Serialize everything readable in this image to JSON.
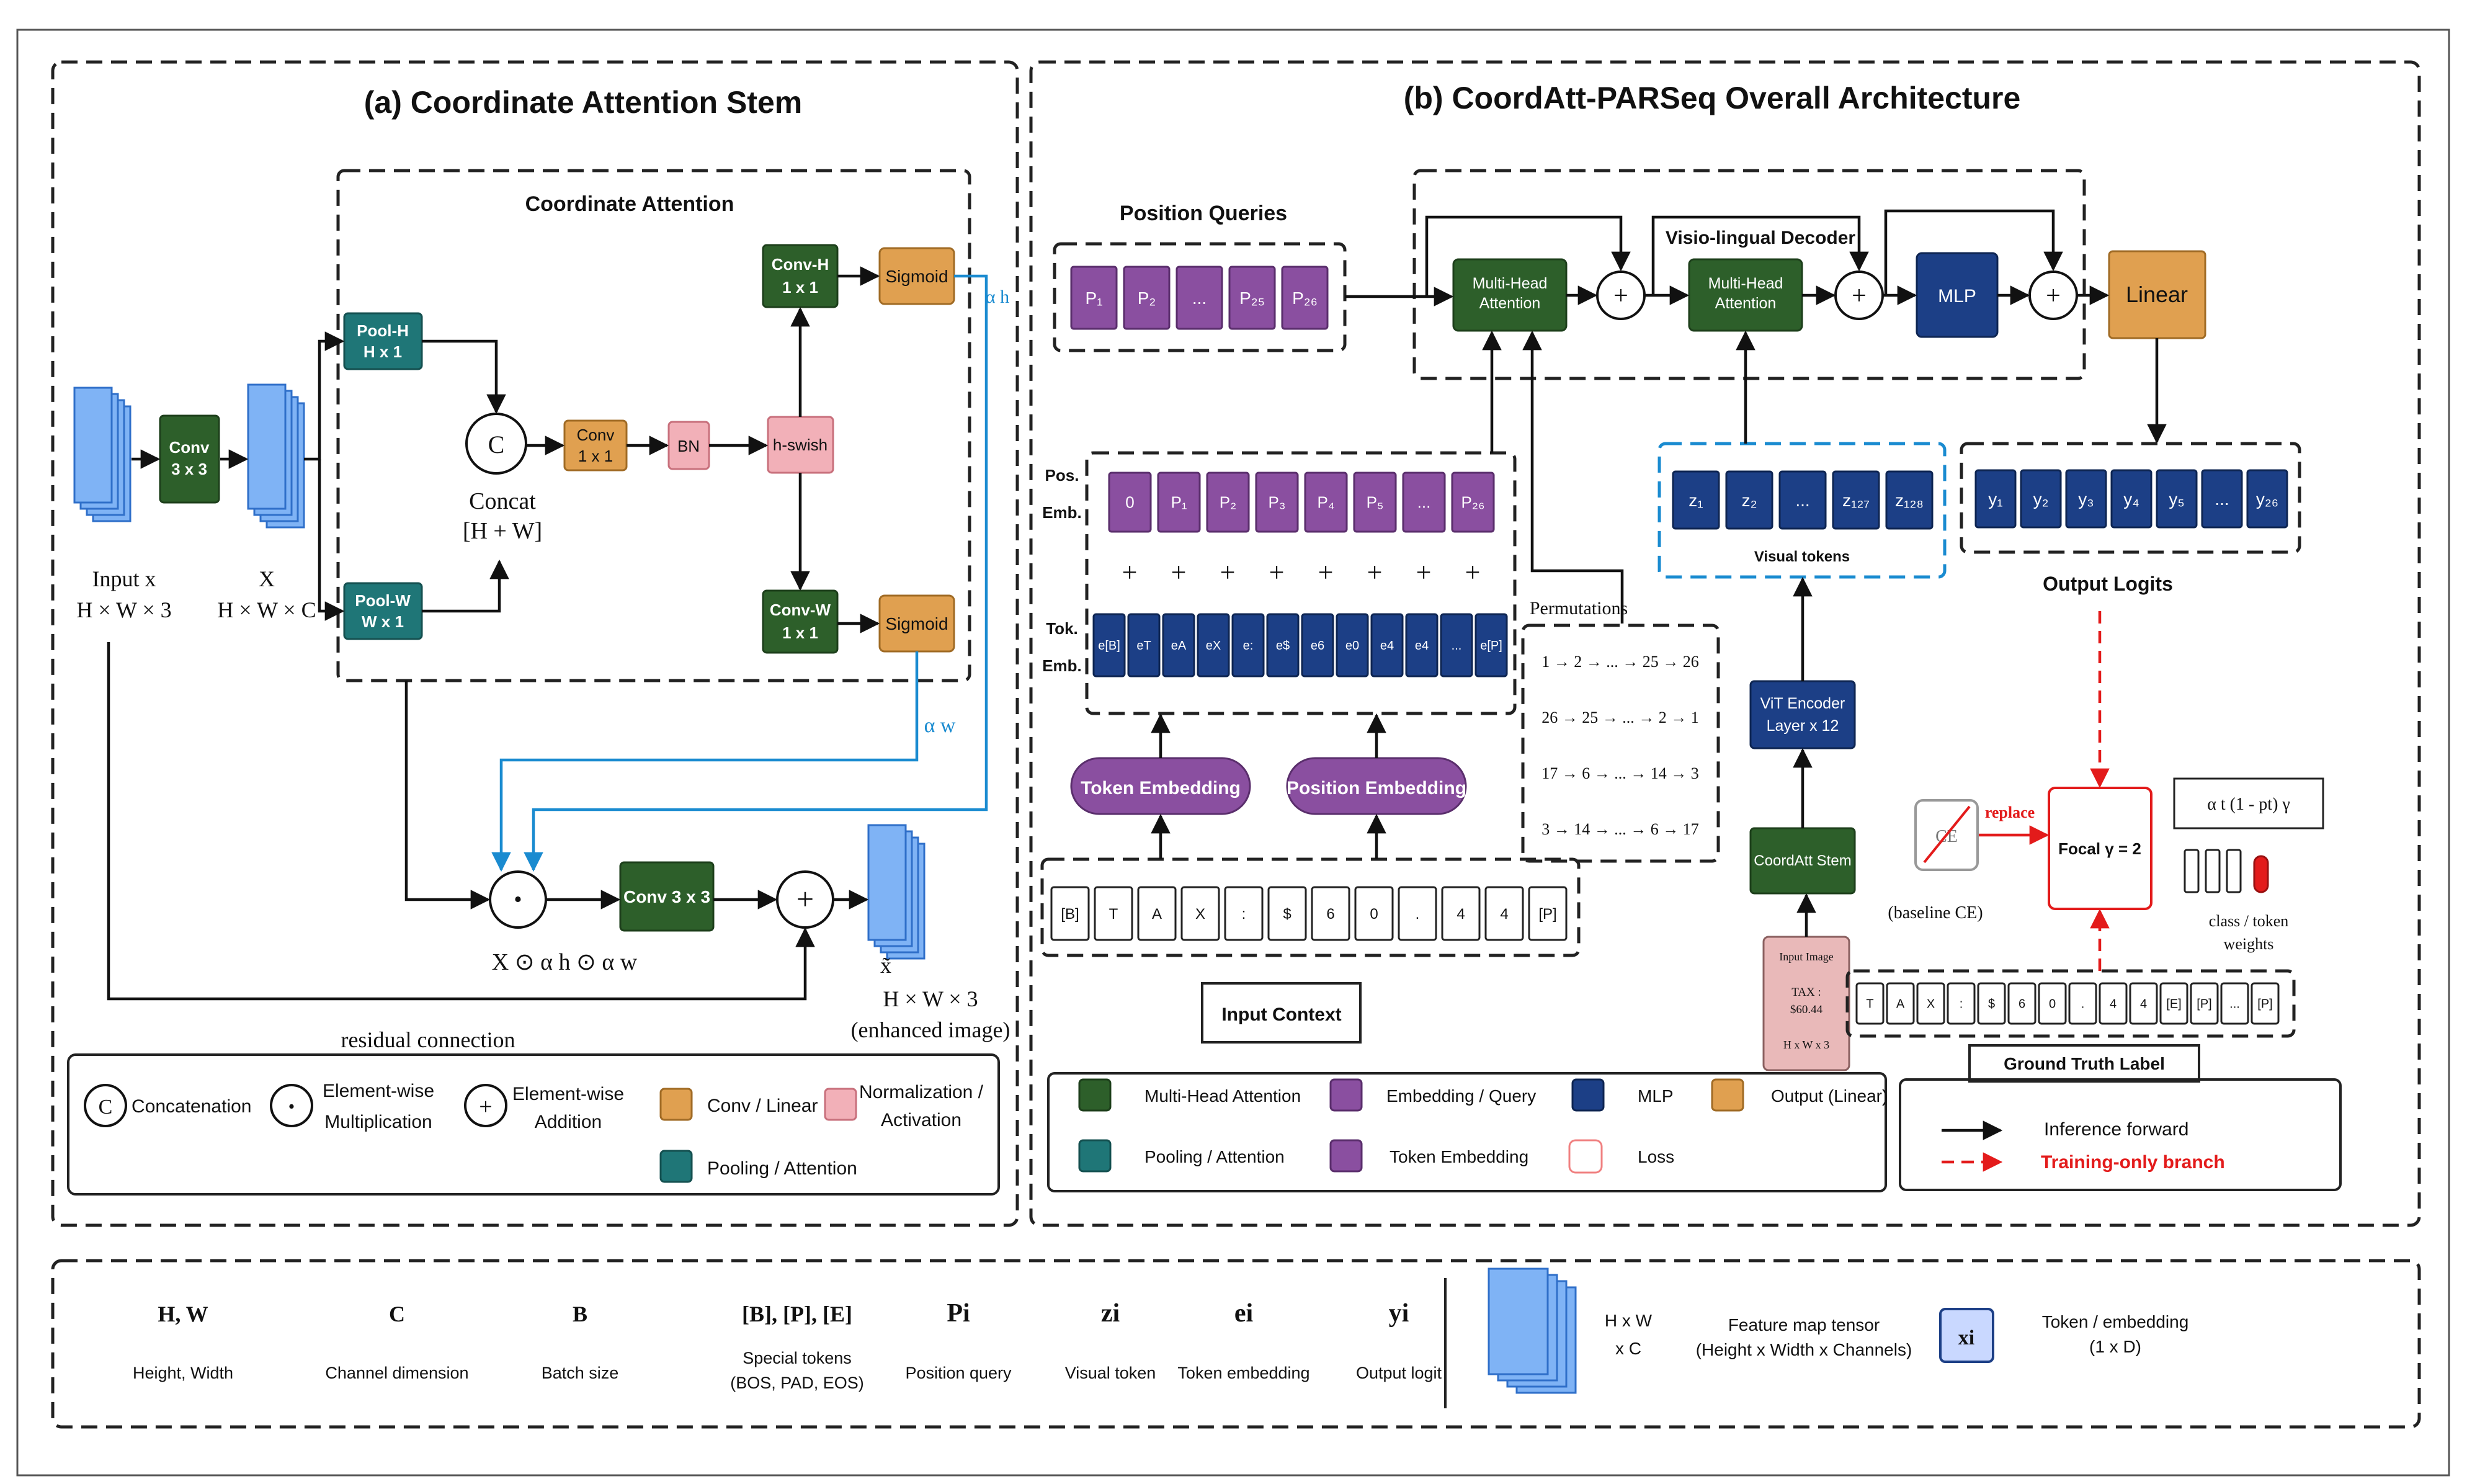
{
  "panel_a": {
    "title": "(a)  Coordinate Attention Stem",
    "ca_title": "Coordinate Attention",
    "conv_stem": "Conv\n3 x 3",
    "input_label": "Input x\nH × W × 3",
    "x_label": "X\nH × W × C",
    "pool_h": "Pool-H\nH x 1",
    "pool_w": "Pool-W\nW x 1",
    "concat_symbol": "C",
    "concat_label": "Concat\n[H + W]",
    "conv_1x1": "Conv\n1 x 1",
    "bn": "BN",
    "hswish": "h-swish",
    "conv_h": "Conv-H\n1 x 1",
    "conv_w": "Conv-W\n1 x 1",
    "sigmoid": "Sigmoid",
    "alpha_h": "α h",
    "alpha_w": "α w",
    "dot_symbol": "·",
    "plus_symbol": "+",
    "conv_3x3": "Conv 3 x 3",
    "product_label": "X ⊙  α h ⊙  α w",
    "out_symbol": "x̃",
    "out_label": "H × W × 3\n(enhanced image)",
    "residual": "residual connection",
    "legend": {
      "concat": "Concatenation",
      "mult": "Element-wise\nMultiplication",
      "add": "Element-wise\nAddition",
      "conv_linear": "Conv / Linear",
      "norm_act": "Normalization /\nActivation",
      "pool_att": "Pooling / Attention"
    }
  },
  "panel_b": {
    "title": "(b)  CoordAtt-PARSeq Overall Architecture",
    "position_queries": "Position Queries",
    "queries": [
      "P₁",
      "P₂",
      "...",
      "P₂₅",
      "P₂₆"
    ],
    "decoder_title": "Visio-lingual Decoder",
    "mha": "Multi-Head\nAttention",
    "mlp": "MLP",
    "linear": "Linear",
    "pos_emb_label": "Pos.\nEmb.",
    "tok_emb_label": "Tok.\nEmb.",
    "pos_emb": [
      "0",
      "P₁",
      "P₂",
      "P₃",
      "P₄",
      "P₅",
      "...",
      "P₂₆"
    ],
    "tok_emb": [
      "e[B]",
      "eT",
      "eA",
      "eX",
      "e:",
      "e$",
      "e6",
      "e0",
      "e4",
      "e4",
      "...",
      "e[P]"
    ],
    "token_embedding": "Token Embedding",
    "position_embedding": "Position Embedding",
    "input_tokens": [
      "[B]",
      "T",
      "A",
      "X",
      ":",
      "$",
      "6",
      "0",
      ".",
      "4",
      "4",
      "[P]"
    ],
    "input_context": "Input Context",
    "permutations_title": "Permutations",
    "permutations": [
      "1 → 2 → ... → 25 → 26",
      "26 → 25 → ... → 2 → 1",
      "17 → 6 → ... → 14 → 3",
      "3 → 14 → ... → 6 → 17"
    ],
    "visual_tokens": [
      "z₁",
      "z₂",
      "...",
      "z₁₂₇",
      "z₁₂₈"
    ],
    "visual_tokens_label": "Visual tokens",
    "outputs": [
      "y₁",
      "y₂",
      "y₃",
      "y₄",
      "y₅",
      "...",
      "y₂₆"
    ],
    "output_logits": "Output Logits",
    "vit": "ViT Encoder\nLayer x 12",
    "coordatt_stem": "CoordAtt Stem",
    "input_image_title": "Input Image",
    "input_image_text": "TAX :\n$60.44",
    "input_image_dims": "H x W x 3",
    "ce": "CE",
    "replace": "replace",
    "baseline_ce": "(baseline CE)",
    "focal": "Focal  γ = 2",
    "alpha_formula": "α t (1 - pt) γ",
    "weights_label": "class / token\nweights",
    "gt_tokens": [
      "T",
      "A",
      "X",
      ":",
      "$",
      "6",
      "0",
      ".",
      "4",
      "4",
      "[E]",
      "[P]",
      "...",
      "[P]"
    ],
    "gt_label": "Ground Truth Label",
    "legend": {
      "mha": "Multi-Head Attention",
      "emb_query": "Embedding / Query",
      "mlp": "MLP",
      "output_linear": "Output (Linear)",
      "pool_att": "Pooling / Attention",
      "token_emb": "Token Embedding",
      "loss": "Loss",
      "inference": "Inference forward",
      "training": "Training-only branch"
    }
  },
  "notation": [
    {
      "symbol": "H, W",
      "desc": "Height, Width"
    },
    {
      "symbol": "C",
      "desc": "Channel dimension"
    },
    {
      "symbol": "B",
      "desc": "Batch size"
    },
    {
      "symbol": "[B],  [P],  [E]",
      "desc": "Special tokens\n(BOS, PAD, EOS)"
    },
    {
      "symbol": "Pi",
      "desc": "Position query"
    },
    {
      "symbol": "zi",
      "desc": "Visual token"
    },
    {
      "symbol": "ei",
      "desc": "Token embedding"
    },
    {
      "symbol": "yi",
      "desc": "Output logit"
    }
  ],
  "notation_tensor": {
    "dims": "H x W\nx C",
    "desc": "Feature map tensor\n(Height x Width x Channels)"
  },
  "notation_token": {
    "symbol": "xi",
    "desc": "Token / embedding\n(1 x D)"
  }
}
